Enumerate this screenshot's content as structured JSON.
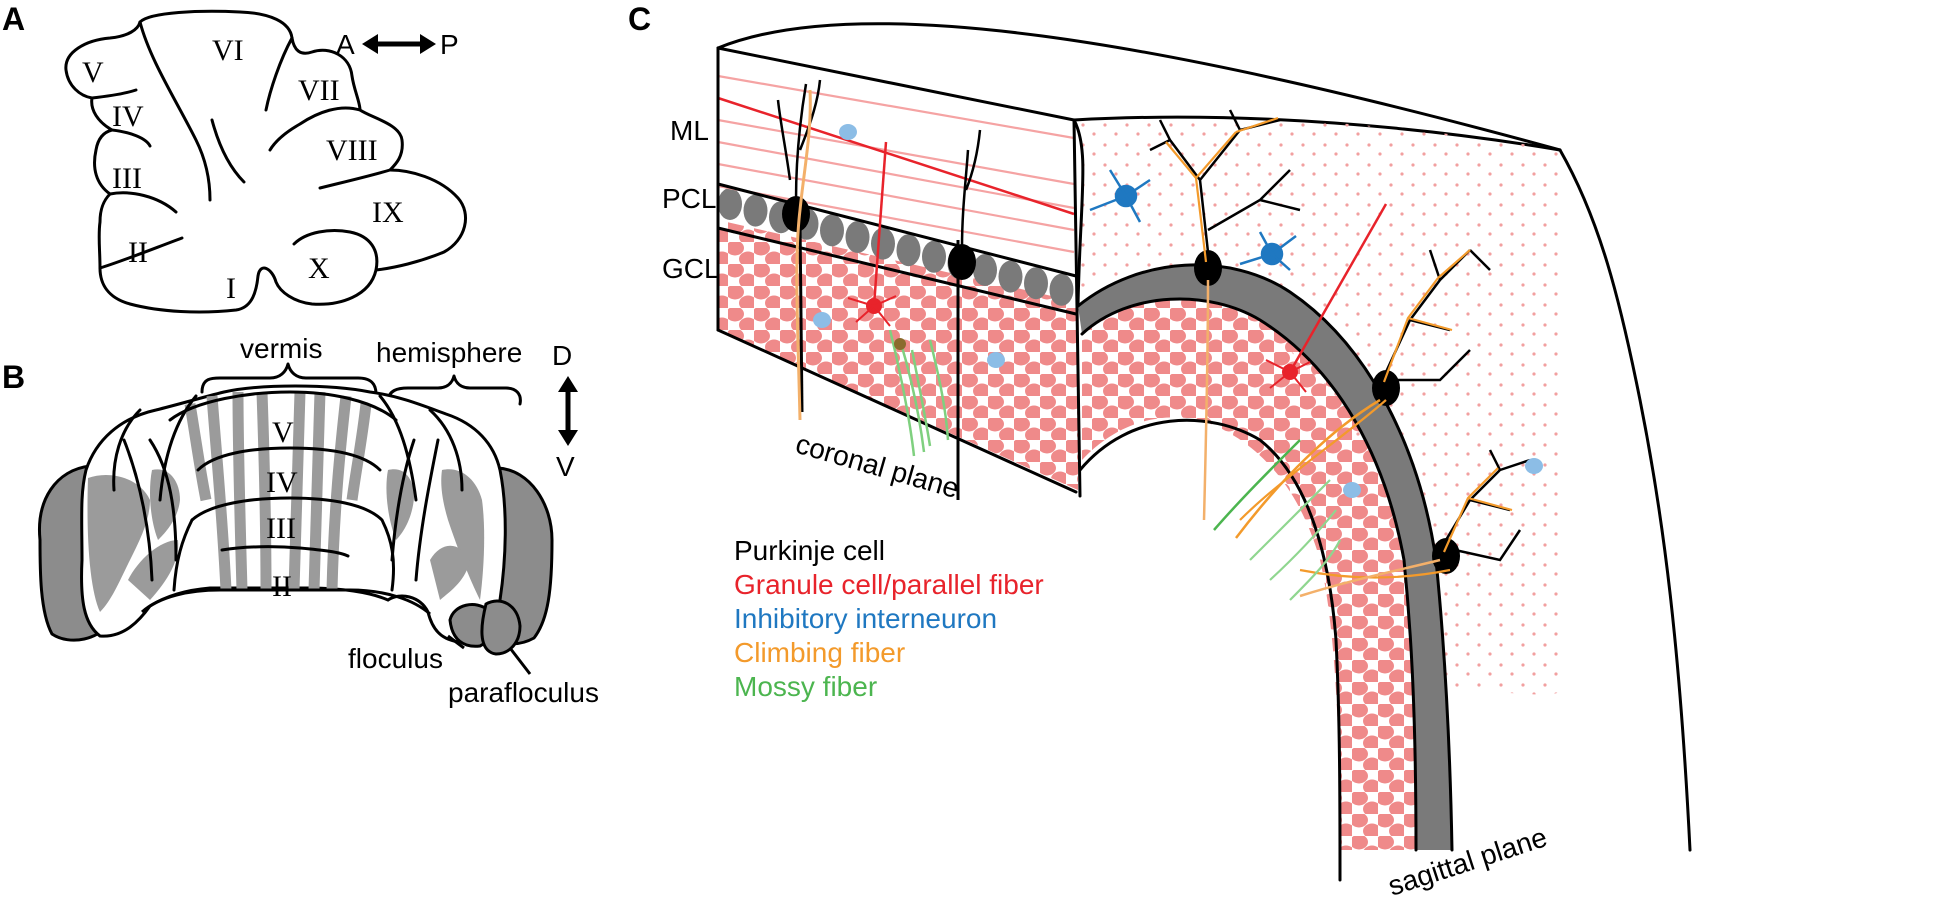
{
  "panels": {
    "A": {
      "label": "A",
      "axis": {
        "left": "A",
        "right": "P"
      },
      "lobules": [
        "V",
        "VI",
        "VII",
        "IV",
        "VIII",
        "III",
        "IX",
        "II",
        "X",
        "I"
      ]
    },
    "B": {
      "label": "B",
      "vermis": "vermis",
      "hemisphere": "hemisphere",
      "axis": {
        "top": "D",
        "bottom": "V"
      },
      "lobules": [
        "V",
        "IV",
        "III",
        "II"
      ],
      "floculus": "floculus",
      "parafloculus": "parafloculus"
    },
    "C": {
      "label": "C",
      "layers": [
        "ML",
        "PCL",
        "GCL"
      ],
      "coronal_plane": "coronal plane",
      "sagittal_plane": "sagittal plane",
      "legend": [
        {
          "label": "Purkinje cell",
          "color": "#000000"
        },
        {
          "label": "Granule cell/parallel fiber",
          "color": "#e8232b"
        },
        {
          "label": "Inhibitory interneuron",
          "color": "#1f78c1"
        },
        {
          "label": "Climbing fiber",
          "color": "#f39a2b"
        },
        {
          "label": "Mossy fiber",
          "color": "#4cb54f"
        }
      ]
    }
  },
  "colors": {
    "stripe_gray": "#9b9b9b",
    "hemisphere_gray": "#8c8c8c",
    "granule_pink": "#ef8a8a",
    "purkinje_gray": "#7a7a7a",
    "parallel_fiber_light": "#f5a3a3"
  }
}
